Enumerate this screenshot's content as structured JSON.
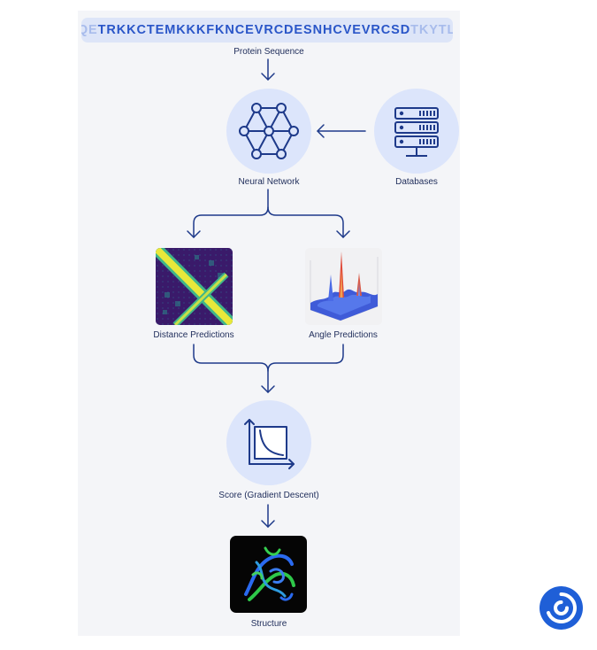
{
  "sequence": {
    "left_fade": "SQE",
    "main": "TRKKCTEMKKKFKNCEVRCDESNHCVEVRCSD",
    "right_fade": "TKYTLC"
  },
  "nodes": {
    "protein_sequence": "Protein Sequence",
    "neural_network": "Neural Network",
    "databases": "Databases",
    "distance_predictions": "Distance Predictions",
    "angle_predictions": "Angle Predictions",
    "score": "Score (Gradient Descent)",
    "structure": "Structure"
  },
  "colors": {
    "accent": "#1e3a8a",
    "circle_fill": "#dce5fb",
    "sequence_text": "#2a56c8",
    "logo": "#1f5fd7"
  }
}
